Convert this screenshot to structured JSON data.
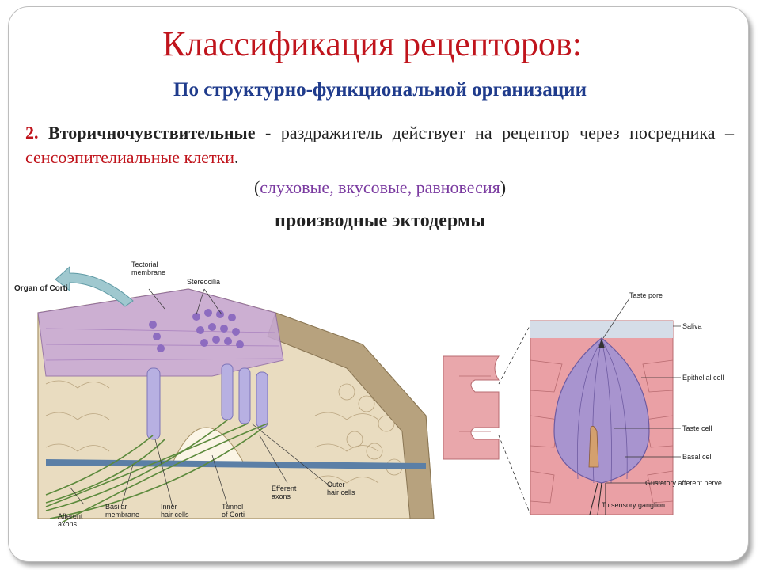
{
  "slide": {
    "title": "Классификация рецепторов:",
    "subtitle": "По структурно-функциональной организации",
    "item_number": "2.",
    "item_term": "Вторичночувствительные",
    "item_text_1": " - раздражитель действует на рецептор через посредника – ",
    "item_highlight": "сенсоэпителиальные клетки",
    "item_text_2": ".",
    "examples_open": "(",
    "examples": "слуховые, вкусовые, равновесия",
    "examples_close": ")",
    "derivative": "производные эктодермы"
  },
  "corti_diagram": {
    "organ_label": "Organ of Corti",
    "tectorial_label": "Tectorial\nmembrane",
    "stereocilia_label": "Stereocilia",
    "afferent_label": "Afferent\naxons",
    "basilar_label": "Basilar\nmembrane",
    "inner_label": "Inner\nhair cells",
    "tunnel_label": "Tunnel\nof Corti",
    "efferent_label": "Efferent\naxons",
    "outer_label": "Outer\nhair cells"
  },
  "taste_diagram": {
    "pore_label": "Taste pore",
    "saliva_label": "Saliva",
    "epithelial_label": "Epithelial cell",
    "taste_cell_label": "Taste cell",
    "basal_label": "Basal cell",
    "gustatory_label": "Gustatory afferent nerve",
    "ganglion_label": "To sensory ganglion"
  },
  "colors": {
    "title": "#c0141c",
    "subtitle": "#1f3b8c",
    "highlight": "#c0141c",
    "examples": "#7a3aa0"
  }
}
